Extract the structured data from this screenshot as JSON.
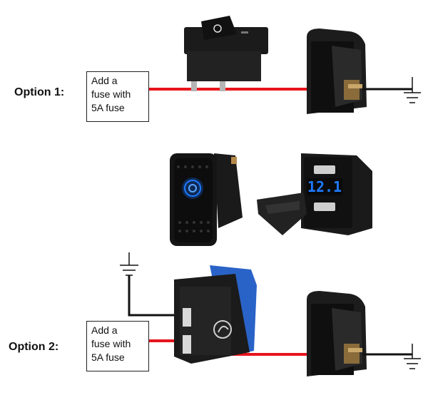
{
  "option1": {
    "label": "Option 1:",
    "fuse_note": [
      "Add a",
      "fuse with",
      "5A fuse"
    ]
  },
  "option2": {
    "label": "Option 2:",
    "fuse_note": [
      "Add a",
      "fuse with",
      "5A fuse"
    ]
  },
  "voltmeter_display": "12.1",
  "colors": {
    "positive_wire": "#e8141c",
    "ground_wire": "#111111",
    "switch_body": "#1b1b1b",
    "led_blue": "#1e7bff"
  },
  "icons": [
    "rocker-switch-icon",
    "usb-voltmeter-socket-icon",
    "ground-symbol-icon",
    "lighted-rocker-switch-icon"
  ]
}
